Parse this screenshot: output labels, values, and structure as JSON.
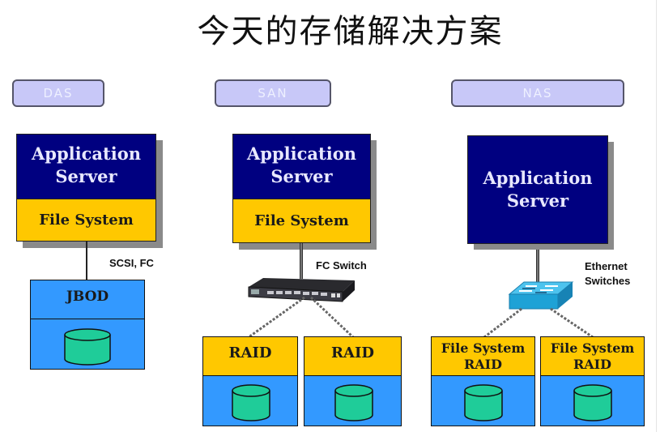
{
  "title": "今天的存储解决方案",
  "columns": {
    "das": {
      "tab": "DAS",
      "server": {
        "line1": "Application",
        "line2": "Server",
        "fs": "File System"
      },
      "link_label": "SCSI, FC",
      "storage": [
        {
          "label": "JBOD"
        }
      ]
    },
    "san": {
      "tab": "SAN",
      "server": {
        "line1": "Application",
        "line2": "Server",
        "fs": "File System"
      },
      "link_label": "FC Switch",
      "storage": [
        {
          "label": "RAID"
        },
        {
          "label": "RAID"
        }
      ]
    },
    "nas": {
      "tab": "NAS",
      "server": {
        "line1": "Application",
        "line2": "Server"
      },
      "link_label_1": "Ethernet",
      "link_label_2": "Switches",
      "storage": [
        {
          "label1": "File System",
          "label2": "RAID"
        },
        {
          "label1": "File System",
          "label2": "RAID"
        }
      ]
    }
  },
  "colors": {
    "server": "#000080",
    "file_system": "#ffc800",
    "storage": "#3399ff",
    "disk": "#1fcc99",
    "tab": "#c8c8f8"
  }
}
